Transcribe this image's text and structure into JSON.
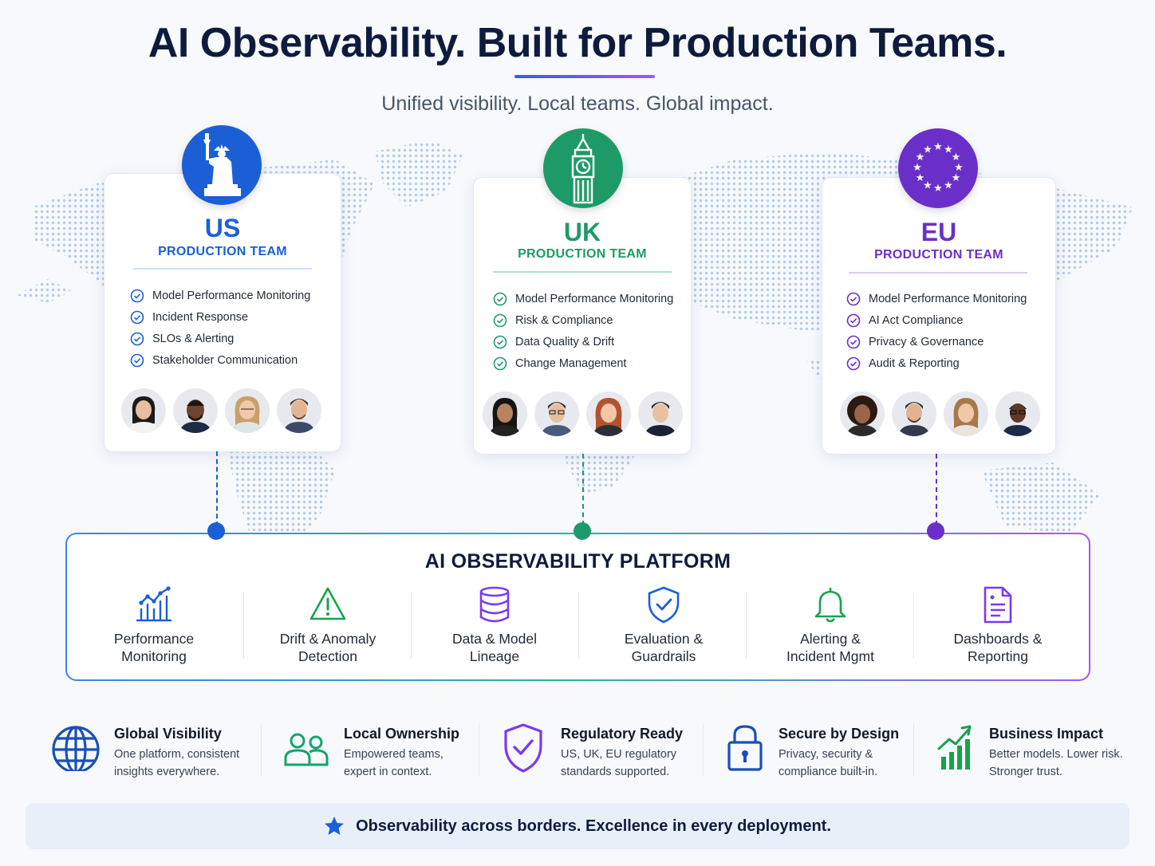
{
  "header": {
    "title": "AI Observability. Built for Production Teams.",
    "subtitle": "Unified visibility. Local teams. Global impact."
  },
  "teams": [
    {
      "region": "US",
      "team_label": "PRODUCTION TEAM",
      "color": "#1a5fd6",
      "badge_icon": "statue-of-liberty-icon",
      "features": [
        "Model Performance Monitoring",
        "Incident Response",
        "SLOs & Alerting",
        "Stakeholder Communication"
      ]
    },
    {
      "region": "UK",
      "team_label": "PRODUCTION TEAM",
      "color": "#1e9a68",
      "badge_icon": "big-ben-icon",
      "features": [
        "Model Performance Monitoring",
        "Risk & Compliance",
        "Data Quality & Drift",
        "Change Management"
      ]
    },
    {
      "region": "EU",
      "team_label": "PRODUCTION TEAM",
      "color": "#6b2fc9",
      "badge_icon": "eu-stars-icon",
      "features": [
        "Model Performance Monitoring",
        "AI Act Compliance",
        "Privacy & Governance",
        "Audit & Reporting"
      ]
    }
  ],
  "platform": {
    "title": "AI OBSERVABILITY PLATFORM",
    "capabilities": [
      {
        "line1": "Performance",
        "line2": "Monitoring",
        "icon": "chart-icon",
        "color": "#1a5fd6"
      },
      {
        "line1": "Drift & Anomaly",
        "line2": "Detection",
        "icon": "warning-icon",
        "color": "#16a34a"
      },
      {
        "line1": "Data & Model",
        "line2": "Lineage",
        "icon": "database-icon",
        "color": "#7c3aed"
      },
      {
        "line1": "Evaluation &",
        "line2": "Guardrails",
        "icon": "shield-check-icon",
        "color": "#1a5fd6"
      },
      {
        "line1": "Alerting &",
        "line2": "Incident Mgmt",
        "icon": "bell-icon",
        "color": "#16a34a"
      },
      {
        "line1": "Dashboards &",
        "line2": "Reporting",
        "icon": "report-icon",
        "color": "#7c3aed"
      }
    ]
  },
  "benefits": [
    {
      "title": "Global Visibility",
      "line1": "One platform, consistent",
      "line2": "insights everywhere.",
      "icon": "globe-icon",
      "color": "#1a4fb8"
    },
    {
      "title": "Local Ownership",
      "line1": "Empowered teams,",
      "line2": "expert in context.",
      "icon": "people-icon",
      "color": "#16a36b"
    },
    {
      "title": "Regulatory Ready",
      "line1": "US, UK, EU regulatory",
      "line2": "standards supported.",
      "icon": "shield-check-icon",
      "color": "#7c3aed"
    },
    {
      "title": "Secure by Design",
      "line1": "Privacy, security &",
      "line2": "compliance built-in.",
      "icon": "lock-icon",
      "color": "#1a4fb8"
    },
    {
      "title": "Business Impact",
      "line1": "Better models. Lower risk.",
      "line2": "Stronger trust.",
      "icon": "growth-chart-icon",
      "color": "#16a34a"
    }
  ],
  "footer": {
    "text": "Observability across borders. Excellence in every deployment.",
    "icon": "star-icon",
    "color": "#1a5fd6"
  }
}
